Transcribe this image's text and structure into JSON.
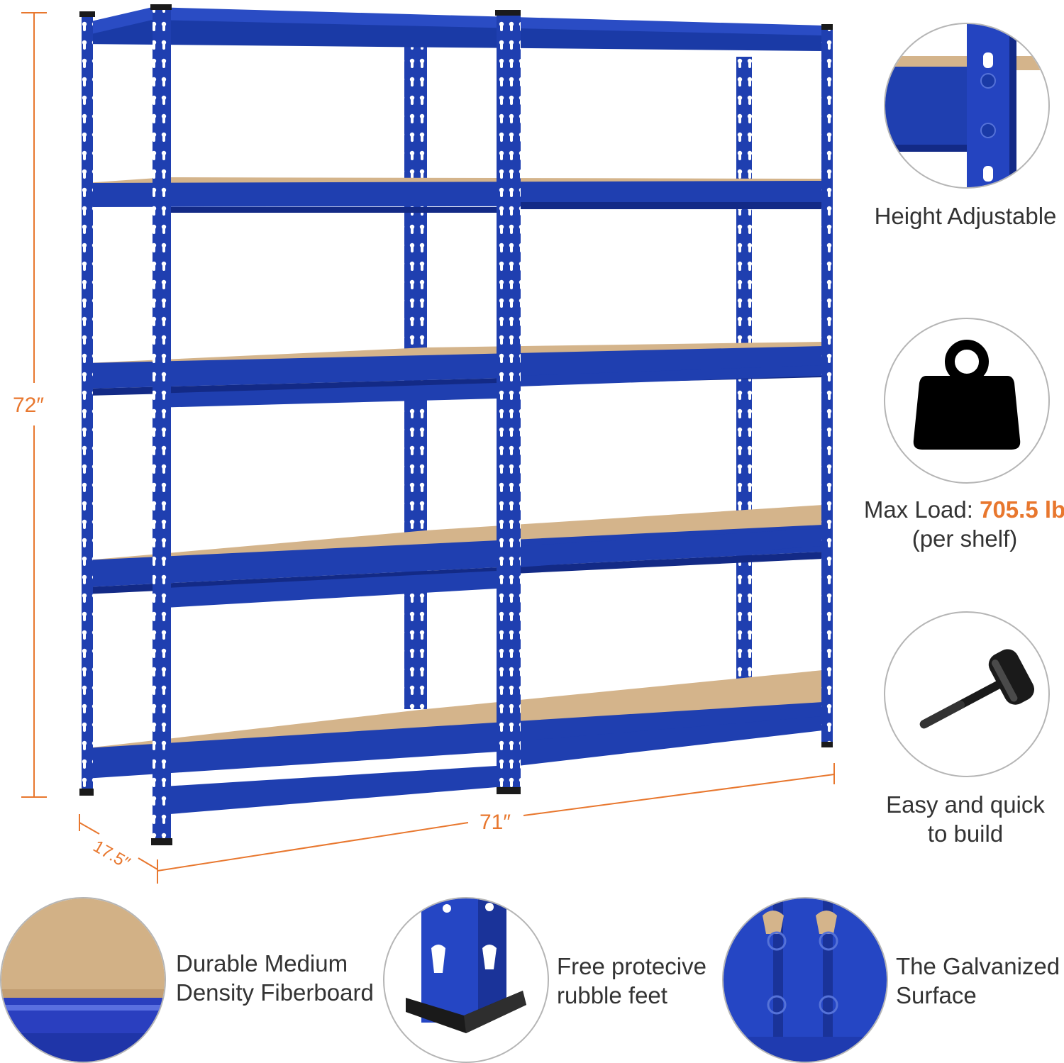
{
  "dimensions": {
    "height": "72″",
    "width": "71″",
    "depth": "17.5″"
  },
  "features": {
    "height_adjustable": {
      "label": "Height Adjustable",
      "icon": "shelf-post-closeup-icon"
    },
    "max_load": {
      "label_prefix": "Max Load: ",
      "value": "705.5 lb",
      "label_suffix": "(per shelf)",
      "icon": "weight-icon"
    },
    "easy_build": {
      "line1": "Easy and quick",
      "line2": "to build",
      "icon": "mallet-icon"
    }
  },
  "bottom_features": [
    {
      "line1": "Durable Medium",
      "line2": "Density Fiberboard",
      "icon": "fiberboard-closeup-icon"
    },
    {
      "line1": "Free protecive",
      "line2": "rubble feet",
      "icon": "rubber-foot-closeup-icon"
    },
    {
      "line1": "The Galvanized",
      "line2": "Surface",
      "icon": "galvanized-post-closeup-icon"
    }
  ],
  "colors": {
    "frame_blue": "#1f3fb0",
    "frame_dark": "#132a86",
    "board": "#d4b48b",
    "accent_orange": "#e8772e",
    "text": "#333333"
  }
}
